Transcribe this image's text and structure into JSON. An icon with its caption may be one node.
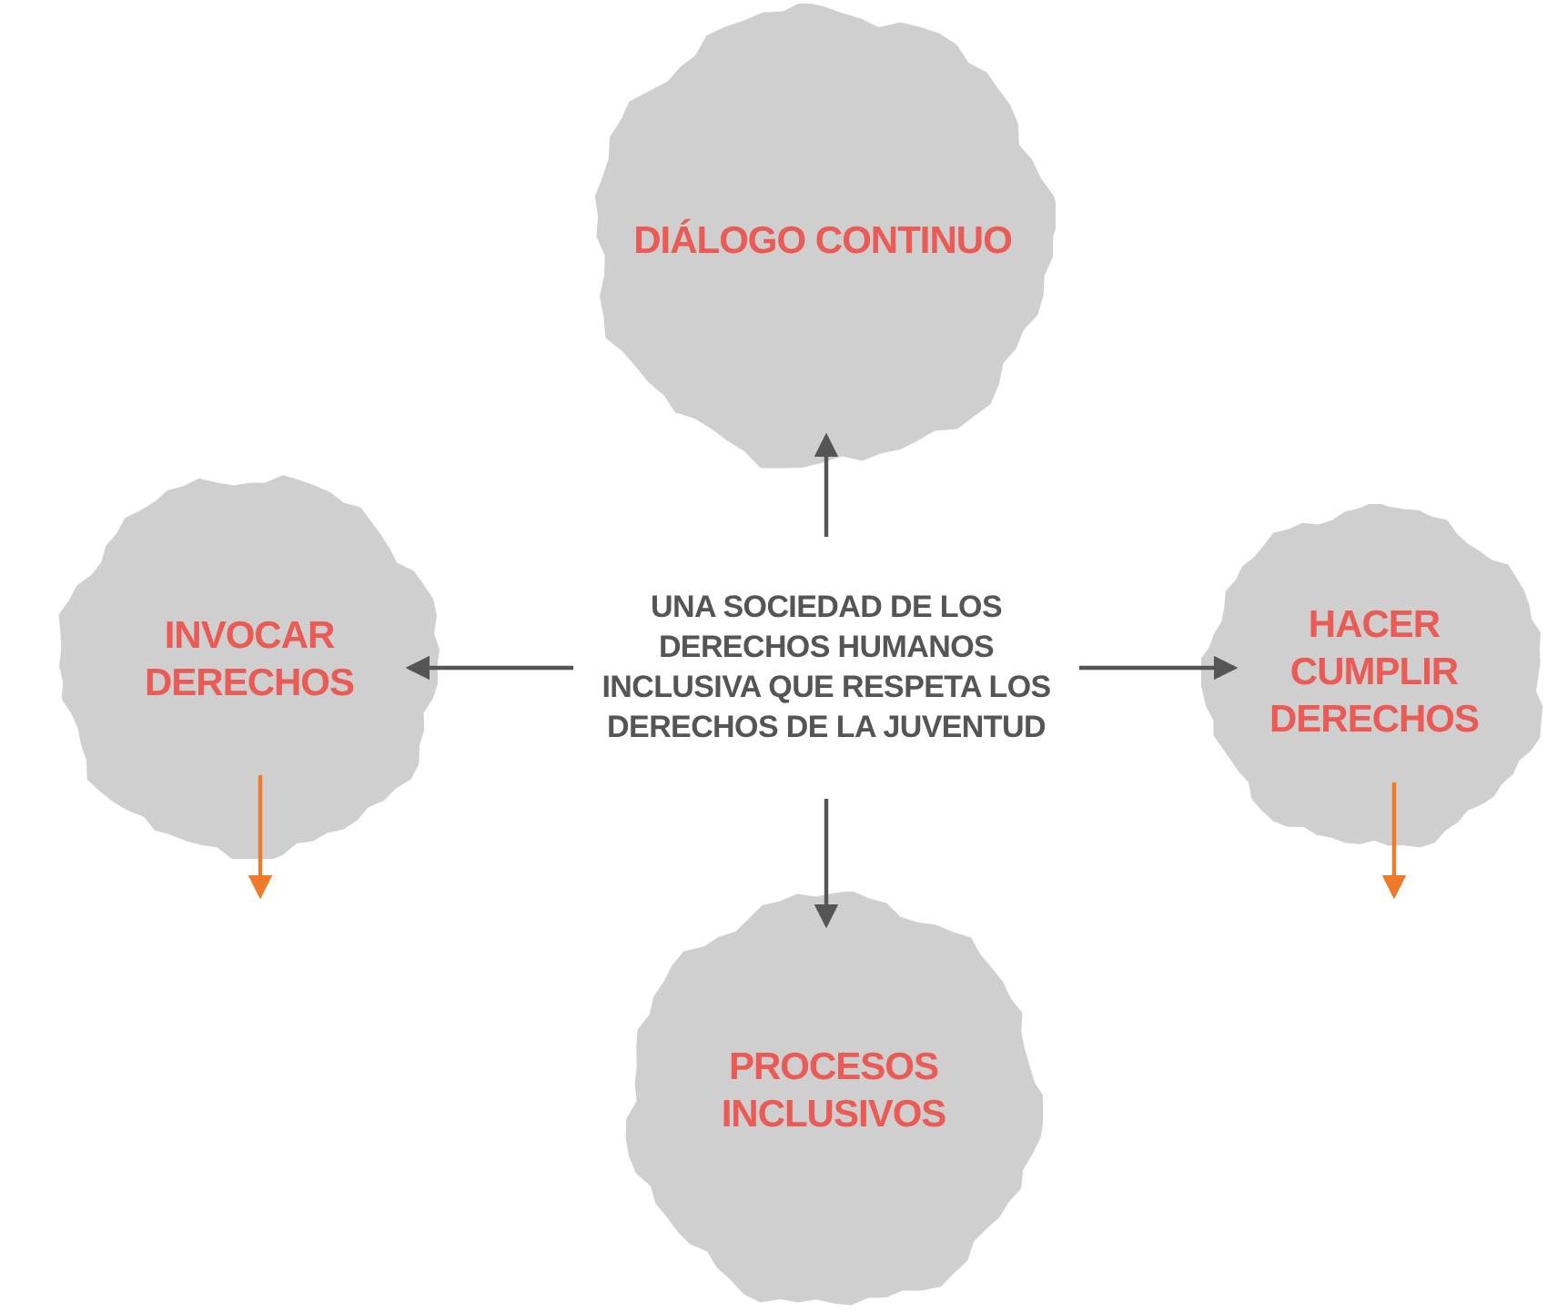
{
  "diagram": {
    "nodes": [
      {
        "text": [
          "UNA SOCIEDAD DE LOS DERECHOS HUMANOS INCLUSIVA QUE RESPETA LOS DERECHOS DE LA JUVENTUD"
        ]
      },
      {
        "text": [
          "DIÁLOGO CONTINUO"
        ]
      },
      {
        "text": [
          "INVOCAR DERECHOS"
        ]
      },
      {
        "text": [
          "HACER CUMPLIR DERECHOS"
        ]
      },
      {
        "text": [
          "PROCESOS INCLUSIVOS"
        ]
      }
    ],
    "edges": [
      {
        "from": 0,
        "to": 1,
        "arrow": "to"
      },
      {
        "from": 0,
        "to": 2,
        "arrow": "to"
      },
      {
        "from": 0,
        "to": 3,
        "arrow": "to"
      },
      {
        "from": 0,
        "to": 4,
        "arrow": "to"
      },
      {
        "from": 2,
        "to": null,
        "arrow": "to",
        "color": "#ee7a2a"
      },
      {
        "from": 3,
        "to": null,
        "arrow": "to",
        "color": "#ee7a2a"
      }
    ]
  }
}
